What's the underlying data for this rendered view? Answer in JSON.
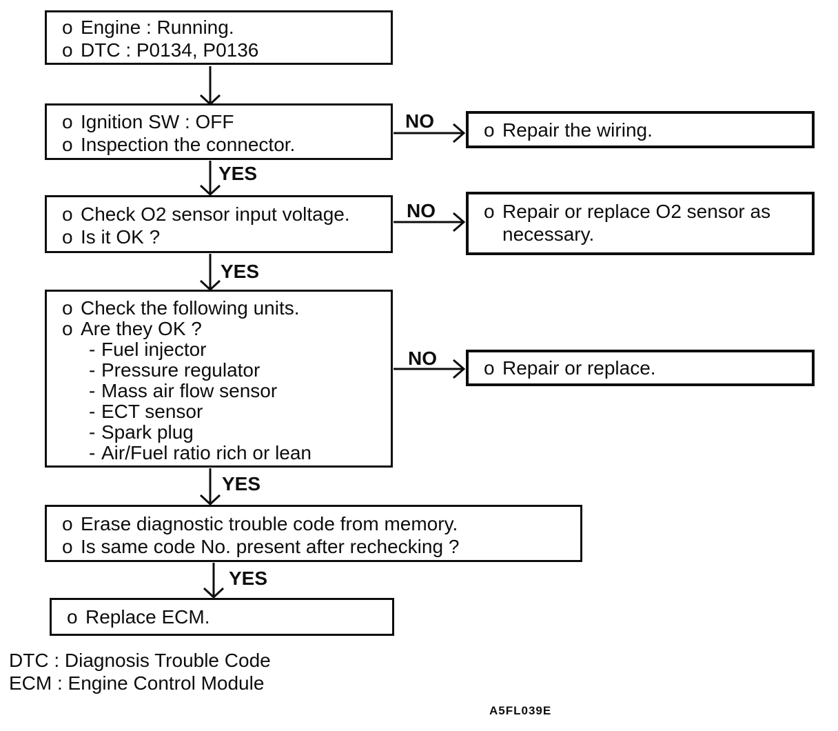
{
  "colors": {
    "ink": "#0d0d0d",
    "paper": "#ffffff"
  },
  "flowchart": {
    "branch_labels": {
      "yes": "YES",
      "no": "NO"
    },
    "nodes": {
      "start": {
        "lines": [
          {
            "bullet": "o",
            "text": "Engine : Running."
          },
          {
            "bullet": "o",
            "text": "DTC : P0134, P0136"
          }
        ]
      },
      "inspect": {
        "lines": [
          {
            "bullet": "o",
            "text": "Ignition SW : OFF"
          },
          {
            "bullet": "o",
            "text": "Inspection the connector."
          }
        ]
      },
      "repair_wiring": {
        "lines": [
          {
            "bullet": "o",
            "text": "Repair the wiring."
          }
        ]
      },
      "check_o2": {
        "lines": [
          {
            "bullet": "o",
            "text": "Check O2 sensor input voltage."
          },
          {
            "bullet": "o",
            "text": "Is it OK ?"
          }
        ]
      },
      "repair_o2": {
        "lines": [
          {
            "bullet": "o",
            "text": "Repair or replace O2 sensor as"
          },
          {
            "bullet": "",
            "text": "necessary."
          }
        ]
      },
      "check_units": {
        "lines": [
          {
            "bullet": "o",
            "text": "Check the following units."
          },
          {
            "bullet": "o",
            "text": "Are they OK ?"
          },
          {
            "bullet": "-",
            "text": "Fuel injector"
          },
          {
            "bullet": "-",
            "text": "Pressure regulator"
          },
          {
            "bullet": "-",
            "text": "Mass air flow sensor"
          },
          {
            "bullet": "-",
            "text": "ECT sensor"
          },
          {
            "bullet": "-",
            "text": "Spark plug"
          },
          {
            "bullet": "-",
            "text": "Air/Fuel ratio rich or lean"
          }
        ]
      },
      "repair_replace": {
        "lines": [
          {
            "bullet": "o",
            "text": "Repair or replace."
          }
        ]
      },
      "erase_code": {
        "lines": [
          {
            "bullet": "o",
            "text": "Erase diagnostic trouble code from memory."
          },
          {
            "bullet": "o",
            "text": "Is same code No. present after rechecking ?"
          }
        ]
      },
      "replace_ecm": {
        "lines": [
          {
            "bullet": "o",
            "text": "Replace ECM."
          }
        ]
      }
    },
    "footnotes": [
      "DTC : Diagnosis Trouble Code",
      "ECM : Engine Control Module"
    ],
    "figure_code": "A5FL039E"
  }
}
